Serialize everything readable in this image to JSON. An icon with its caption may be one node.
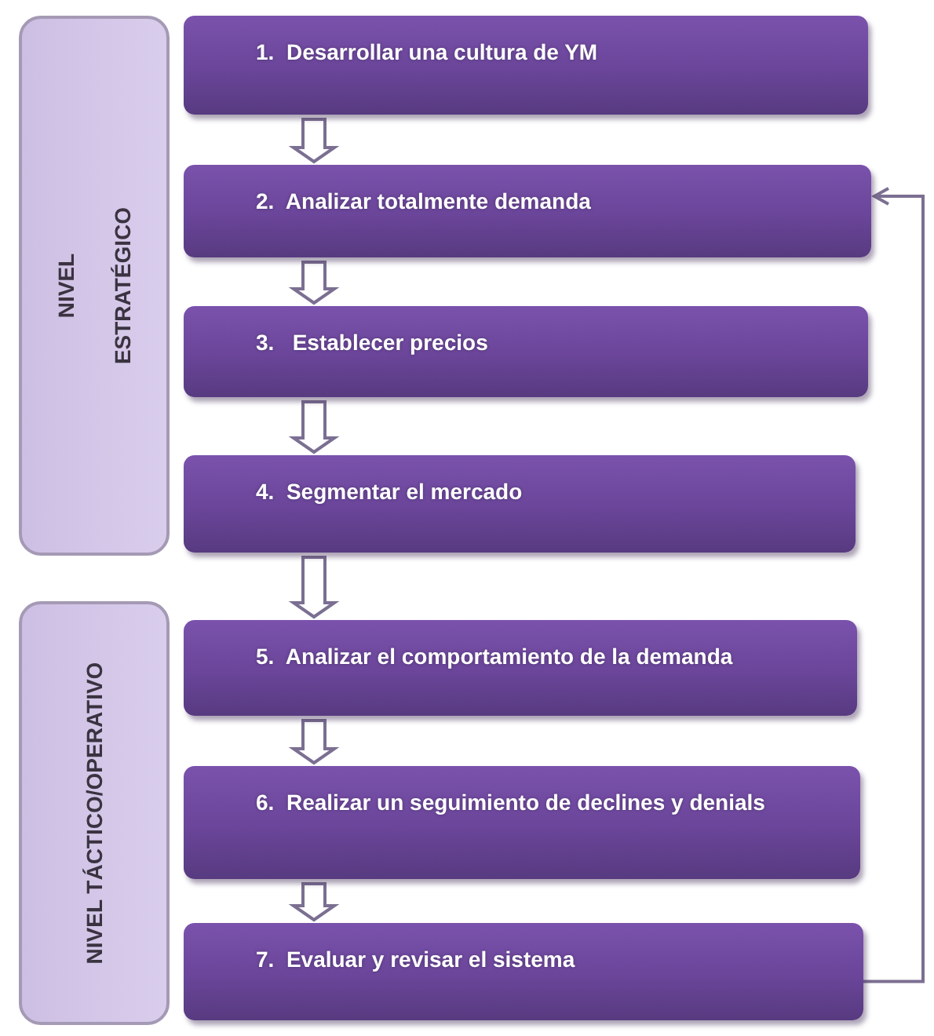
{
  "diagram": {
    "nodes": [
      {
        "text": [
          "NIVEL ESTRATÉGICO"
        ]
      },
      {
        "text": [
          "NIVEL TÁCTICO/OPERATIVO"
        ]
      },
      {
        "text": [
          "1.  Desarrollar una cultura de YM"
        ]
      },
      {
        "text": [
          "2.  Analizar totalmente demanda"
        ]
      },
      {
        "text": [
          "3.   Establecer precios"
        ]
      },
      {
        "text": [
          "4.  Segmentar el mercado"
        ]
      },
      {
        "text": [
          "5.  Analizar el comportamiento de la demanda"
        ]
      },
      {
        "text": [
          "6.  Realizar un seguimiento de declines y denials"
        ]
      },
      {
        "text": [
          "7.  Evaluar y revisar el sistema"
        ]
      }
    ],
    "edges": [
      {
        "from": 2,
        "to": 3,
        "arrow": "to"
      },
      {
        "from": 3,
        "to": 4,
        "arrow": "to"
      },
      {
        "from": 4,
        "to": 5,
        "arrow": "to"
      },
      {
        "from": 5,
        "to": 6,
        "arrow": "to"
      },
      {
        "from": 6,
        "to": 7,
        "arrow": "to"
      },
      {
        "from": 7,
        "to": 8,
        "arrow": "to"
      },
      {
        "from": 8,
        "to": 3,
        "arrow": "to"
      }
    ]
  }
}
